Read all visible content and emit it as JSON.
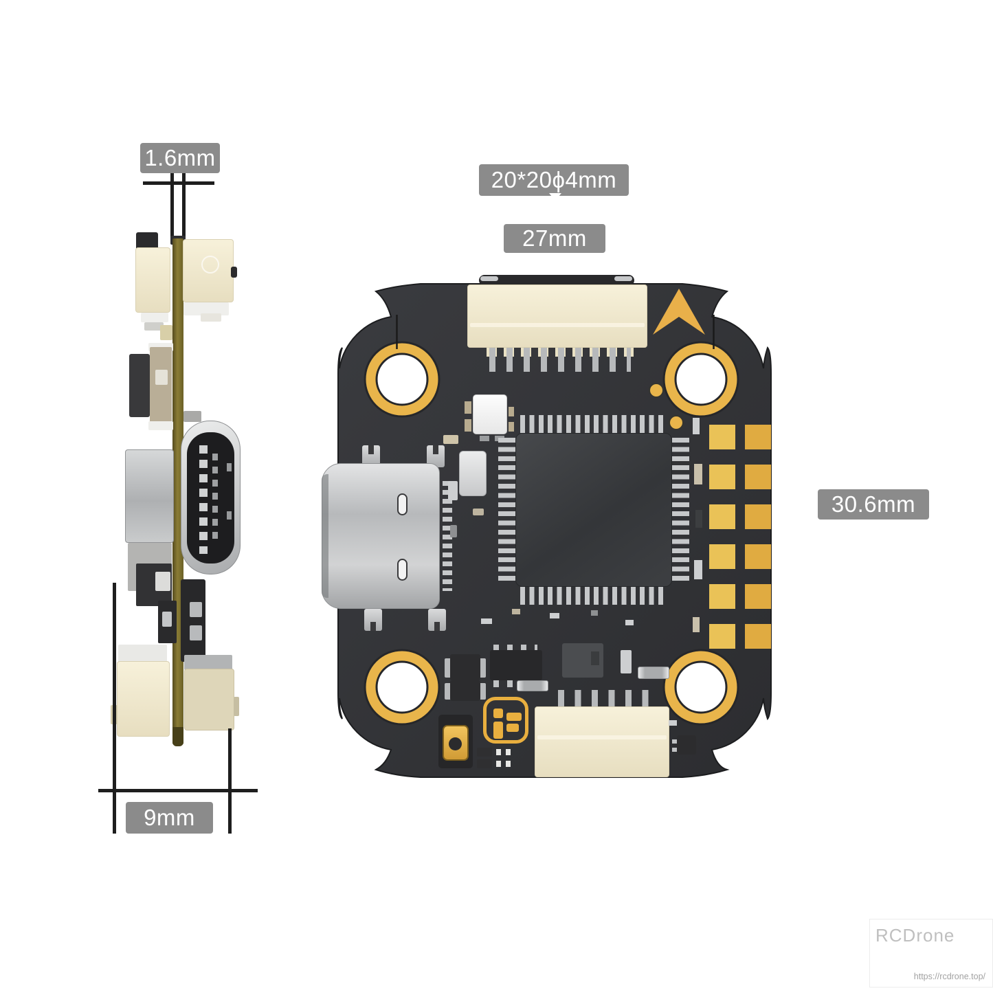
{
  "side_view": {
    "thickness_label": "1.6mm",
    "width_label": "9mm"
  },
  "board_view": {
    "mounting_pattern_label": "20*20ϕ4mm",
    "width_label": "27mm",
    "height_label": "30.6mm"
  },
  "watermark": {
    "brand": "RCDrone",
    "url": "https://rcdrone.top/"
  },
  "colors": {
    "background": "#ffffff",
    "dimension_label_bg": "#8b8b8b",
    "dimension_label_text": "#ffffff",
    "dimension_line": "#1e1e1e",
    "board_body": "#313236",
    "gold_accent": "#e9b54b",
    "pcb_edge_olive": "#7a6e2d",
    "connector_cream": "#f2ebd2",
    "metal_silver": "#c0c2c4",
    "watermark_brand_text": "#bfbfbf",
    "watermark_url_text": "#a2a2a2"
  }
}
